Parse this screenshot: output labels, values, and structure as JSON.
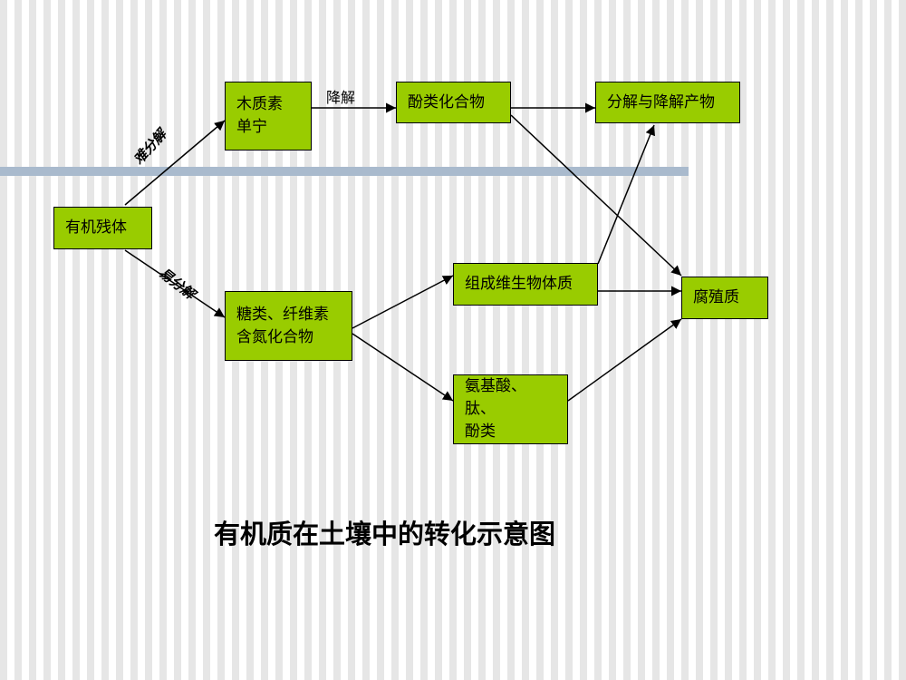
{
  "colors": {
    "node_fill": "#99cc00",
    "band": "#a9bacd",
    "edge": "#000000"
  },
  "nodes": {
    "organic_residue": "有机残体",
    "lignin_tannin": "木质素\n 单宁",
    "phenolic_compounds": "酚类化合物",
    "decomposition_products": "分解与降解产物",
    "sugars_cellulose_nitrogen": "糖类、纤维素\n含氮化合物",
    "microbial_biomass": "组成维生物体质",
    "amino_acids_peptides_phenols": "氨基酸、肽、\n酚类",
    "humus": "腐殖质"
  },
  "edge_labels": {
    "degradation": "降解",
    "hard_to_decompose": "难分解",
    "easy_to_decompose": "易分解"
  },
  "caption": "有机质在土壤中的转化示意图"
}
